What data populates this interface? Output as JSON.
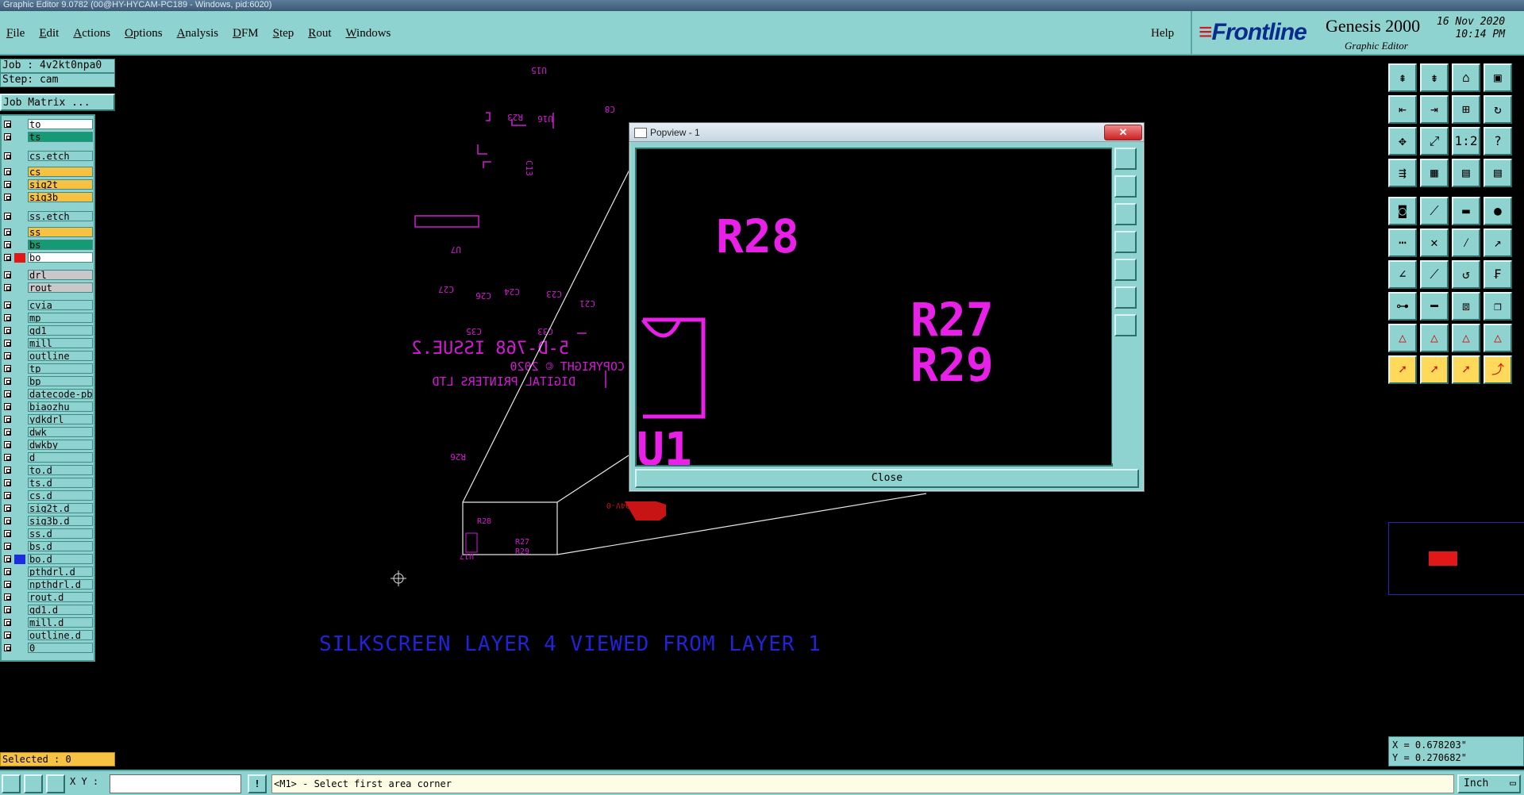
{
  "window_title": "Graphic Editor 9.0782 (00@HY-HYCAM-PC189 - Windows, pid:6020)",
  "menu": [
    "File",
    "Edit",
    "Actions",
    "Options",
    "Analysis",
    "DFM",
    "Step",
    "Rout",
    "Windows"
  ],
  "help": "Help",
  "brand": {
    "logo": "Frontline",
    "product": "Genesis 2000",
    "subtitle": "Graphic Editor",
    "date": "16 Nov 2020",
    "time": "10:14 PM"
  },
  "job": {
    "job_line": "Job : 4v2kt0npa0",
    "step_line": "Step: cam",
    "matrix_button": "Job Matrix ..."
  },
  "layers": [
    {
      "name": "to",
      "bg": "#ffffff"
    },
    {
      "name": "ts",
      "bg": "#159a73"
    },
    {
      "name": "cs.etch",
      "bg": "#8ed3d0"
    },
    {
      "name": "cs",
      "bg": "#f5c244"
    },
    {
      "name": "sig2t",
      "bg": "#f5c244"
    },
    {
      "name": "sig3b",
      "bg": "#f5c244"
    },
    {
      "name": "ss.etch",
      "bg": "#8ed3d0"
    },
    {
      "name": "ss",
      "bg": "#f5c244"
    },
    {
      "name": "bs",
      "bg": "#159a73"
    },
    {
      "name": "bo",
      "bg": "#ffffff",
      "color": "#e01818",
      "active": true
    },
    {
      "name": "drl",
      "bg": "#c8c8c8"
    },
    {
      "name": "rout",
      "bg": "#c8c8c8"
    },
    {
      "name": "cvia",
      "bg": "#8ed3d0"
    },
    {
      "name": "mp",
      "bg": "#8ed3d0"
    },
    {
      "name": "gd1",
      "bg": "#8ed3d0"
    },
    {
      "name": "mill",
      "bg": "#8ed3d0"
    },
    {
      "name": "outline",
      "bg": "#8ed3d0"
    },
    {
      "name": "tp",
      "bg": "#8ed3d0"
    },
    {
      "name": "bp",
      "bg": "#8ed3d0"
    },
    {
      "name": "datecode-pbe",
      "bg": "#8ed3d0"
    },
    {
      "name": "biaozhu",
      "bg": "#8ed3d0"
    },
    {
      "name": "ydkdrl",
      "bg": "#8ed3d0"
    },
    {
      "name": "dwk",
      "bg": "#8ed3d0"
    },
    {
      "name": "dwkby",
      "bg": "#8ed3d0"
    },
    {
      "name": "d",
      "bg": "#8ed3d0"
    },
    {
      "name": "to.d",
      "bg": "#8ed3d0"
    },
    {
      "name": "ts.d",
      "bg": "#8ed3d0"
    },
    {
      "name": "cs.d",
      "bg": "#8ed3d0"
    },
    {
      "name": "sig2t.d",
      "bg": "#8ed3d0"
    },
    {
      "name": "sig3b.d",
      "bg": "#8ed3d0"
    },
    {
      "name": "ss.d",
      "bg": "#8ed3d0"
    },
    {
      "name": "bs.d",
      "bg": "#8ed3d0"
    },
    {
      "name": "bo.d",
      "bg": "#8ed3d0",
      "color": "#1c2de0"
    },
    {
      "name": "pthdrl.d",
      "bg": "#8ed3d0"
    },
    {
      "name": "npthdrl.d",
      "bg": "#8ed3d0"
    },
    {
      "name": "rout.d",
      "bg": "#8ed3d0"
    },
    {
      "name": "gd1.d",
      "bg": "#8ed3d0"
    },
    {
      "name": "mill.d",
      "bg": "#8ed3d0"
    },
    {
      "name": "outline.d",
      "bg": "#8ed3d0"
    },
    {
      "name": "0",
      "bg": "#8ed3d0"
    }
  ],
  "selected": "Selected : 0",
  "canvas": {
    "caption": "SILKSCREEN LAYER 4 VIEWED FROM LAYER 1",
    "mirror_lines": [
      "5-D-768 ISSUE.2",
      "COPYRIGHT © 2020",
      "DIGITAL PRINTERS LTD"
    ],
    "refdes": [
      "U15",
      "R23",
      "U16",
      "C8",
      "C13",
      "U7",
      "C27",
      "C26",
      "C24",
      "C23",
      "C21",
      "C35",
      "C33",
      "R26",
      "R28",
      "R27",
      "R29",
      "U17",
      "U1394V-0"
    ]
  },
  "popup": {
    "title": "Popview - 1",
    "close_label": "Close",
    "labels": [
      "R28",
      "R27",
      "R29",
      "U1"
    ]
  },
  "coords": {
    "x": "X = 0.678203\"",
    "y": "Y = 0.270682\""
  },
  "bottom": {
    "xy_label": "X Y :",
    "xy_value": "",
    "prompt": "<M1> - Select first area corner",
    "units": "Inch"
  },
  "icons": {
    "right_toolbar": [
      "zoom-home-icon",
      "zoom-page-icon",
      "home-icon",
      "window-icon",
      "pan-left-icon",
      "pan-right-icon",
      "zoom-in-icon",
      "redraw-icon",
      "fit-icon",
      "zoom-fit-icon",
      "scale-1-2-icon",
      "help-icon",
      "measure-icon",
      "grid-icon",
      "layers-red-icon",
      "layers-blue-icon",
      "pad-icon",
      "snap-icon",
      "ruler-icon",
      "dot-icon",
      "net-icon",
      "cross-icon",
      "point-line-icon",
      "arc-point-icon",
      "angle-icon",
      "line-icon",
      "rotate-icon",
      "text-icon",
      "node-icon",
      "dash-icon",
      "group-icon",
      "copy-icon",
      "warning-a-icon",
      "warning-b-icon",
      "warning-c-icon",
      "warning-d-icon",
      "select-pointer-icon",
      "select-box-icon",
      "select-orange-icon",
      "route-icon"
    ]
  }
}
